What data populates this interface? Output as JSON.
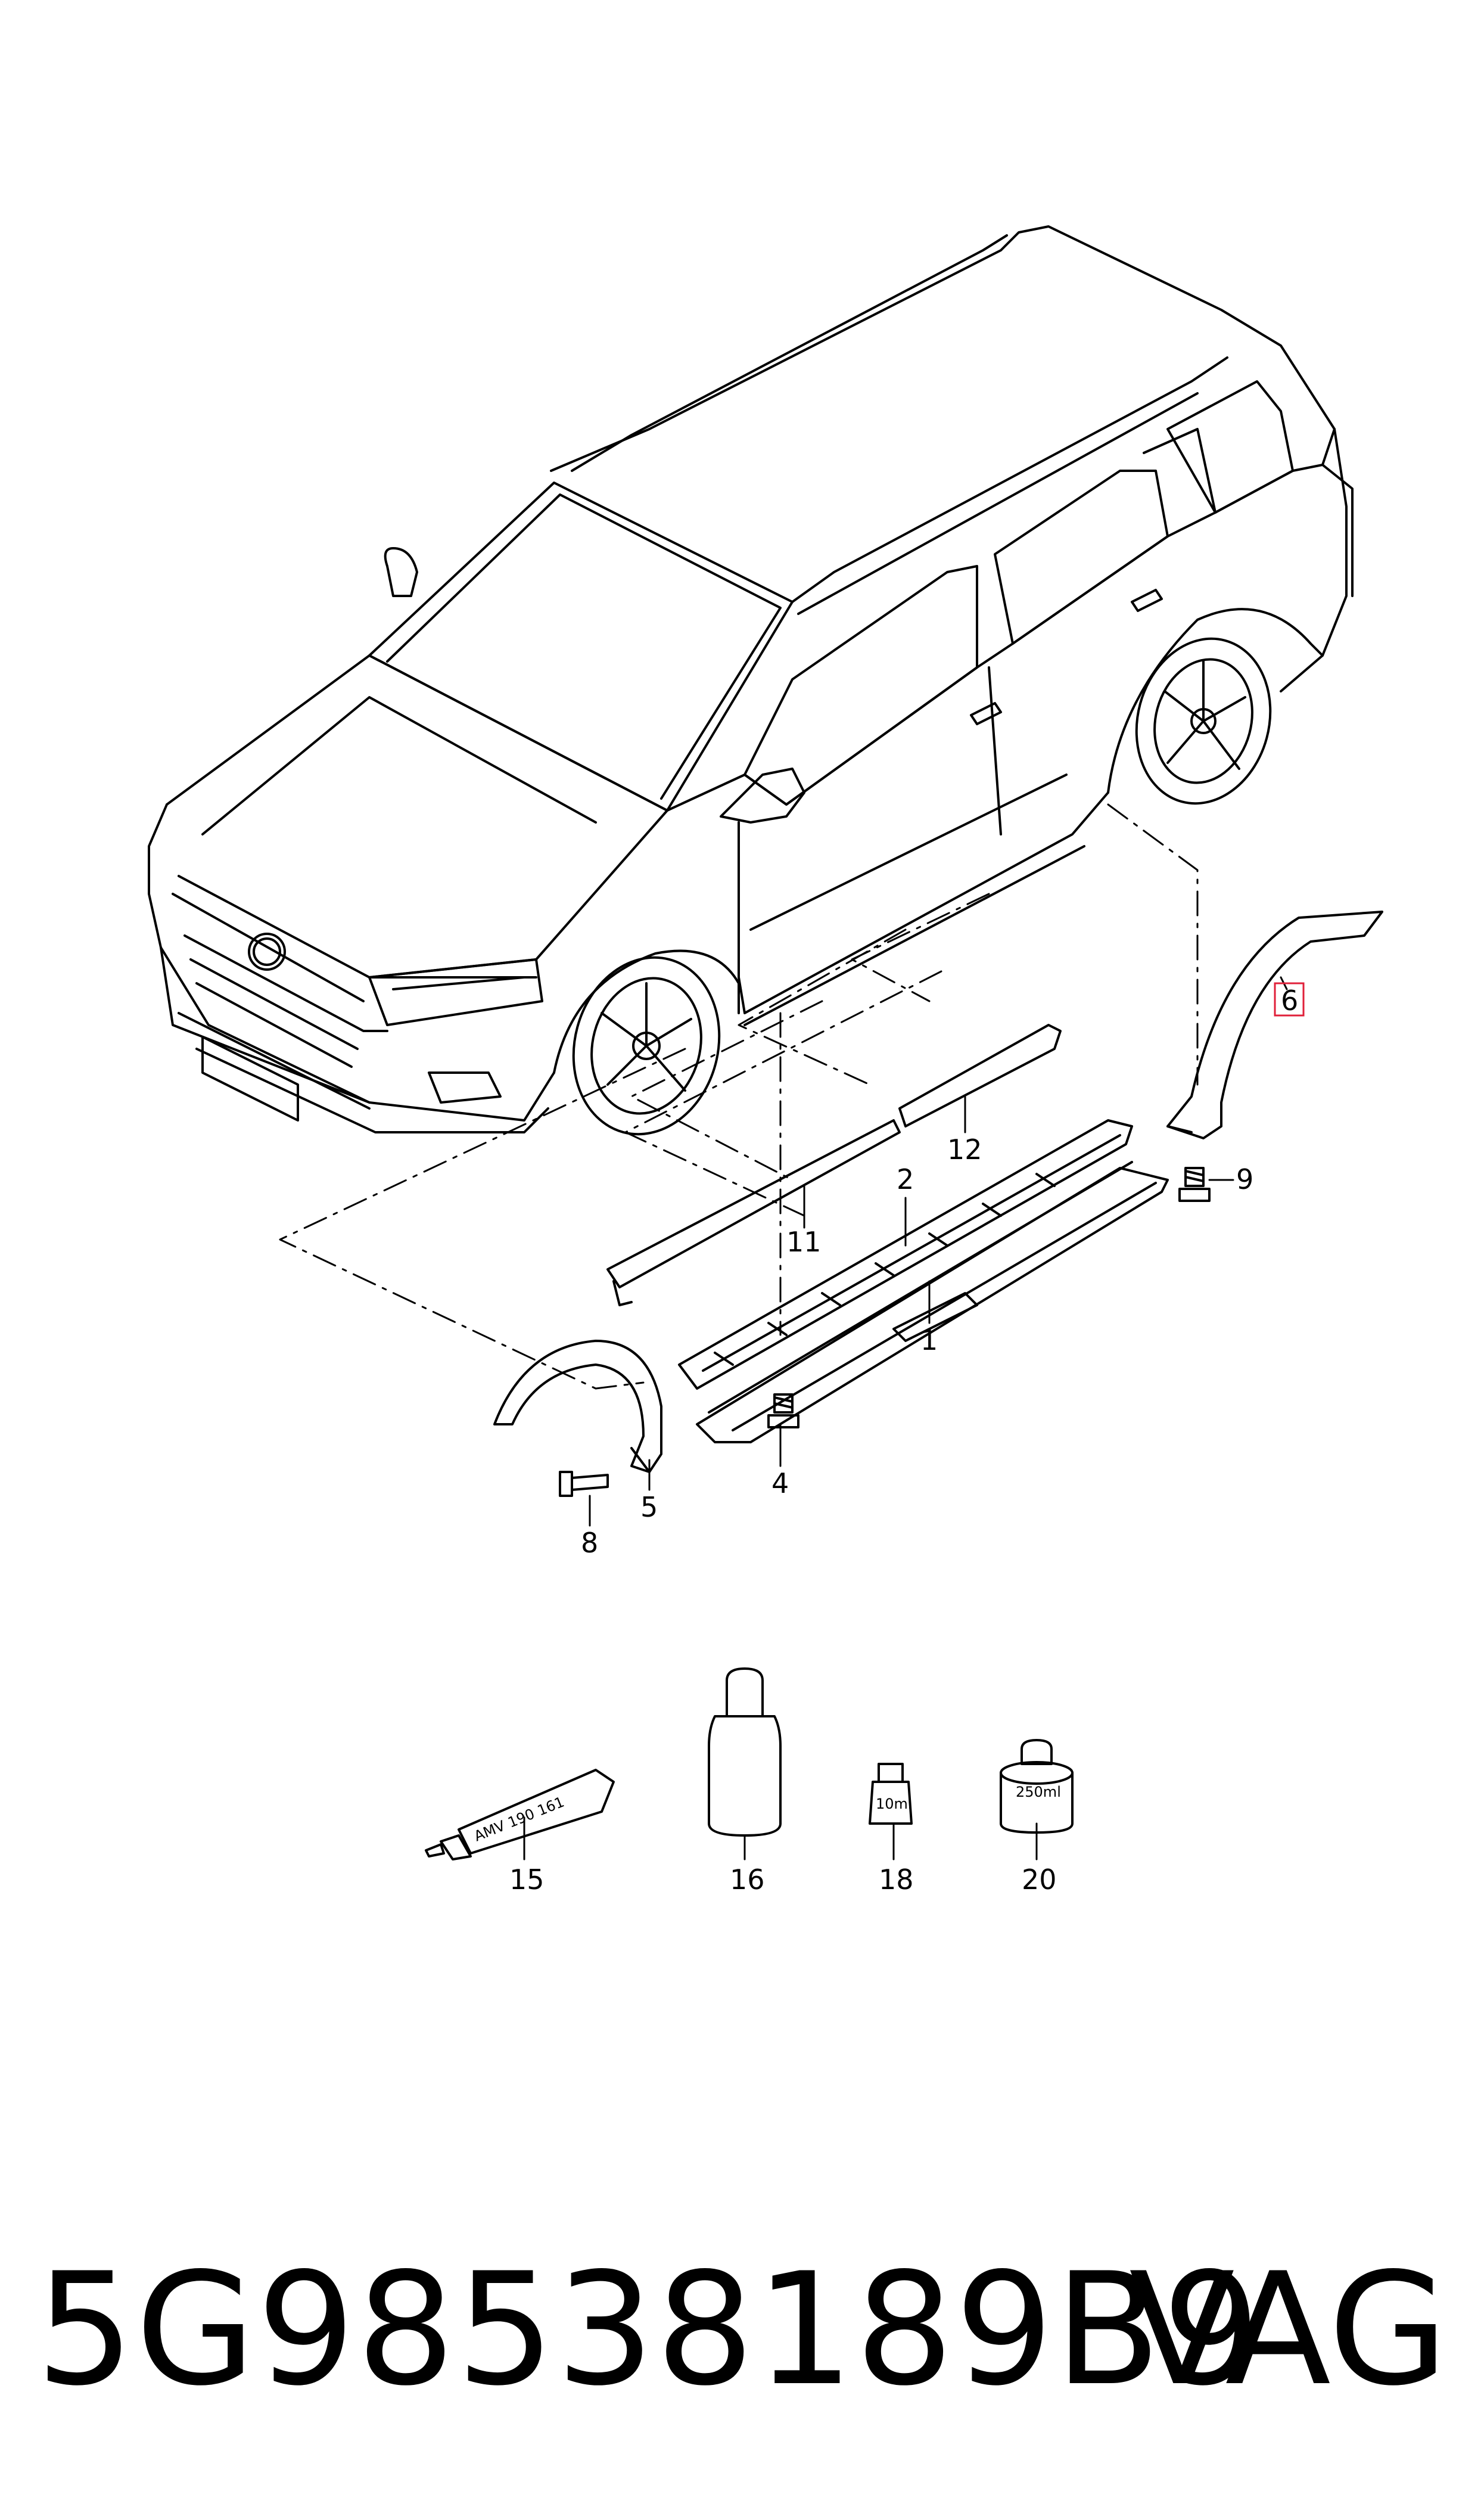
{
  "callouts": [
    "1",
    "2",
    "4",
    "5",
    "6",
    "8",
    "9",
    "11",
    "12",
    "15",
    "16",
    "18",
    "20"
  ],
  "highlighted_callout": "6",
  "highlight_color": "#e0203a",
  "tube_text": "AMV 190 161",
  "bottle_small_text": "10ml",
  "can_text": "250ml",
  "footer": {
    "part_number": "5G98538189B9",
    "brand": "VAG"
  }
}
